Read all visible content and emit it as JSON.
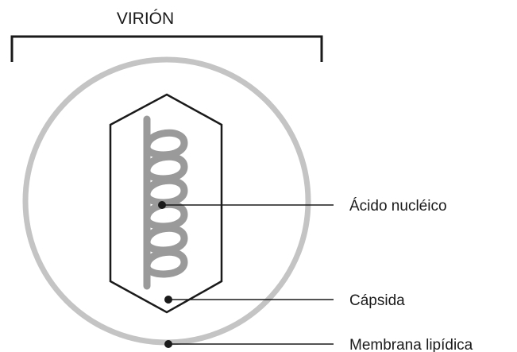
{
  "title": "VIRIÓN",
  "labels": {
    "nucleic_acid": "Ácido nucléico",
    "capsid": "Cápsida",
    "membrane": "Membrana lipídica"
  },
  "colors": {
    "background": "#ffffff",
    "membrane": "#c4c4c4",
    "nucleic_acid": "#9a9a9a",
    "outline": "#1a1a1a"
  }
}
